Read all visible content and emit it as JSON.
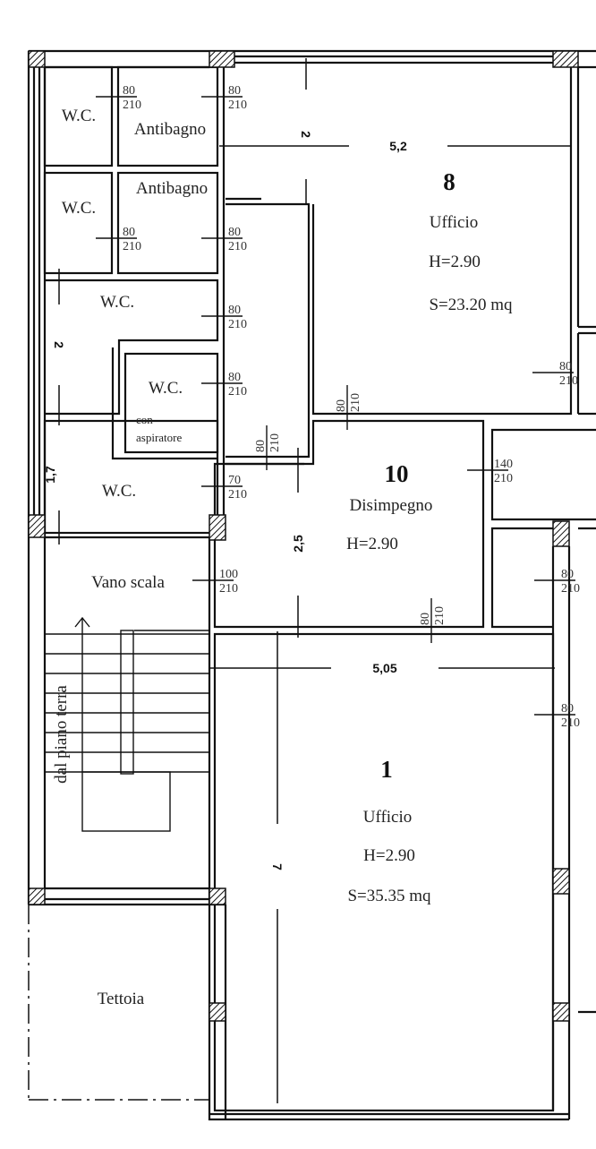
{
  "rooms": {
    "wc1": "W.C.",
    "antibagno1": "Antibagno",
    "wc2": "W.C.",
    "antibagno2": "Antibagno",
    "wc3": "W.C.",
    "wc4": "W.C.",
    "wc4_note1": "con",
    "wc4_note2": "aspiratore",
    "wc5": "W.C.",
    "vano_scala": "Vano scala",
    "stairs_note": "dal piano terra",
    "tettoia": "Tettoia",
    "office8": {
      "number": "8",
      "name": "Ufficio",
      "height": "H=2.90",
      "area": "S=23.20 mq"
    },
    "disimpegno": {
      "number": "10",
      "name": "Disimpegno",
      "height": "H=2.90"
    },
    "office1": {
      "number": "1",
      "name": "Ufficio",
      "height": "H=2.90",
      "area": "S=35.35 mq"
    }
  },
  "dimensions": {
    "d_top_2": "2",
    "d_5_2": "5,2",
    "d_left_2": "2",
    "d_1_7": "1,7",
    "d_2_5": "2,5",
    "d_5_05": "5,05",
    "d_7": "7"
  },
  "doors": [
    {
      "w": "80",
      "h": "210"
    },
    {
      "w": "80",
      "h": "210"
    },
    {
      "w": "80",
      "h": "210"
    },
    {
      "w": "80",
      "h": "210"
    },
    {
      "w": "80",
      "h": "210"
    },
    {
      "w": "80",
      "h": "210"
    },
    {
      "w": "70",
      "h": "210"
    },
    {
      "w": "100",
      "h": "210"
    },
    {
      "w": "80",
      "h": "210"
    },
    {
      "w": "140",
      "h": "210"
    },
    {
      "w": "80",
      "h": "210"
    },
    {
      "w": "80",
      "h": "210"
    },
    {
      "w": "80",
      "h": "210"
    },
    {
      "w": "80",
      "h": "210"
    },
    {
      "w": "80",
      "h": "210"
    }
  ]
}
